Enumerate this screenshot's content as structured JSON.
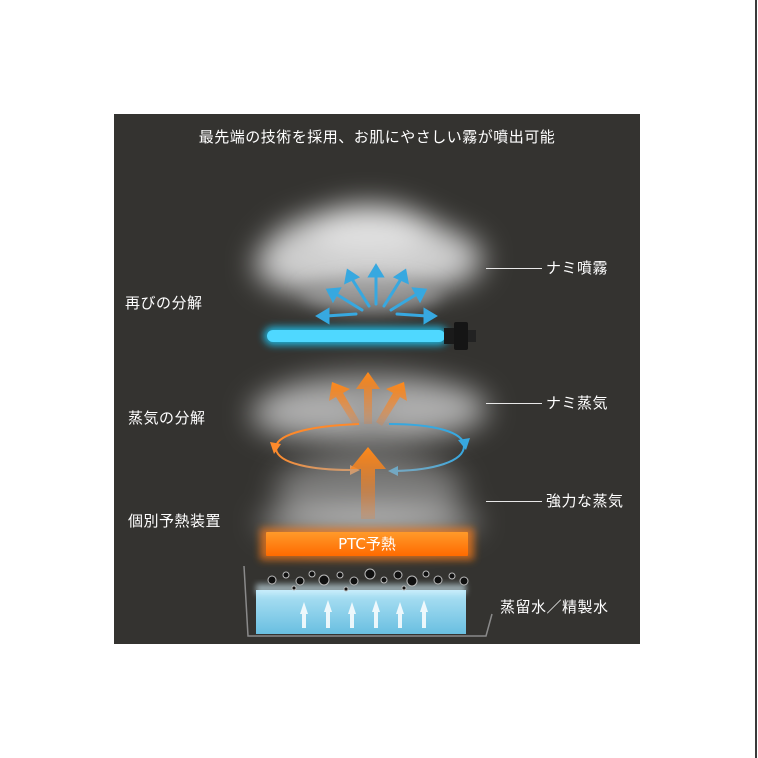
{
  "headline": "最先端の技術を採用、お肌にやさしい霧が噴出可能",
  "left_labels": {
    "reanalysis": "再びの分解",
    "steam_decomposition": "蒸気の分解",
    "individual_preheat": "個別予熱装置"
  },
  "right_labels": {
    "nano_mist": "ナミ噴霧",
    "nano_steam": "ナミ蒸気",
    "strong_steam": "強力な蒸気",
    "water": "蒸留水／精製水"
  },
  "heater_label": "PTC予熱",
  "colors": {
    "panel_bg": "#343330",
    "uv_tube": "#1fc4f2",
    "heater": "#ff7d12",
    "water": "#7fd3ef",
    "arrow_blue": "#37a8e0",
    "arrow_orange": "#ff7a1a"
  }
}
